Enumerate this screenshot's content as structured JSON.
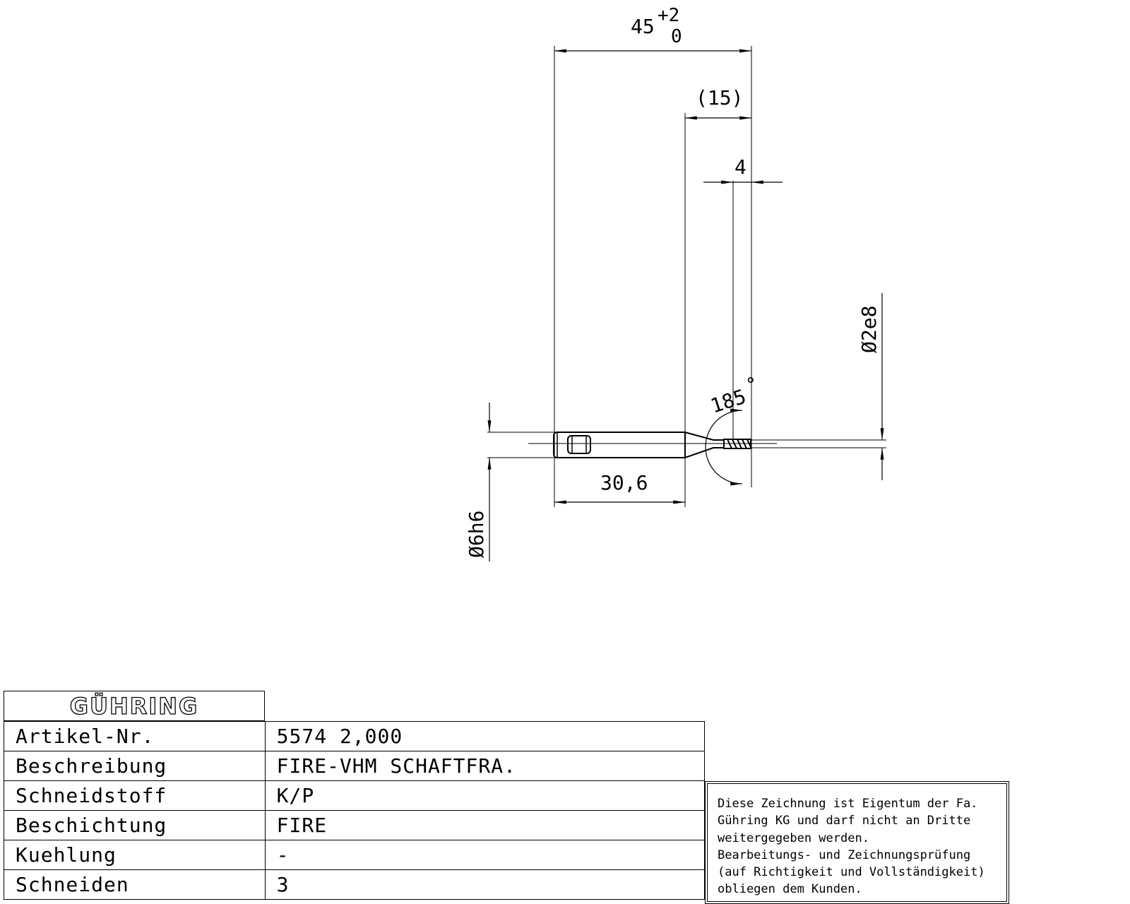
{
  "dimensions": {
    "total_length": "45",
    "total_length_tol_upper": "+2",
    "total_length_tol_lower": "0",
    "neck_length": "(15)",
    "cutting_length": "4",
    "shank_length": "30,6",
    "point_angle": "185",
    "point_angle_unit": "°",
    "cutting_diameter": "Ø2e8",
    "shank_diameter": "Ø6h6"
  },
  "title_block": {
    "logo": "GÜHRING",
    "rows": [
      {
        "label": "Artikel-Nr.",
        "value": "5574 2,000"
      },
      {
        "label": "Beschreibung",
        "value": "FIRE-VHM SCHAFTFRA."
      },
      {
        "label": "Schneidstoff",
        "value": "K/P"
      },
      {
        "label": "Beschichtung",
        "value": "FIRE"
      },
      {
        "label": "Kuehlung",
        "value": "-"
      },
      {
        "label": "Schneiden",
        "value": "3"
      }
    ]
  },
  "notice": {
    "lines": [
      "Diese Zeichnung ist Eigentum der Fa.",
      "Gühring KG und darf nicht an Dritte",
      "weitergegeben werden.",
      "Bearbeitungs- und Zeichnungsprüfung",
      "(auf Richtigkeit und Vollständigkeit)",
      "obliegen dem Kunden."
    ]
  }
}
